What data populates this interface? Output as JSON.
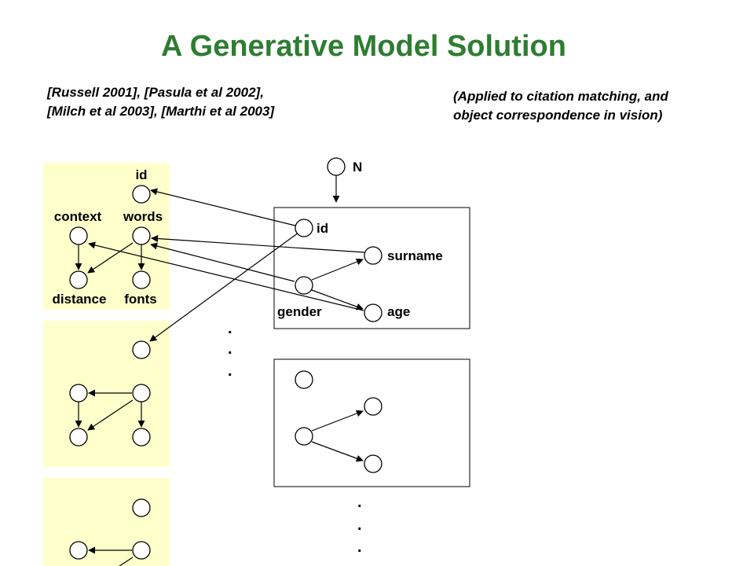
{
  "slide": {
    "title": "A Generative Model Solution",
    "references": [
      "[Russell 2001], [Pasula et al 2002],",
      "[Milch et al 2003], [Marthi et al 2003]"
    ],
    "note": [
      "(Applied to citation matching, and",
      "object correspondence in vision)"
    ]
  },
  "diagram": {
    "colors": {
      "panel": "#ffffcc",
      "title": "#2e7d32"
    },
    "citation_labels": {
      "id": "id",
      "context": "context",
      "words": "words",
      "distance": "distance",
      "fonts": "fonts"
    },
    "plate_labels": {
      "N": "N",
      "id": "id",
      "surname": "surname",
      "gender": "gender",
      "age": "age"
    },
    "ellipsis": "."
  }
}
